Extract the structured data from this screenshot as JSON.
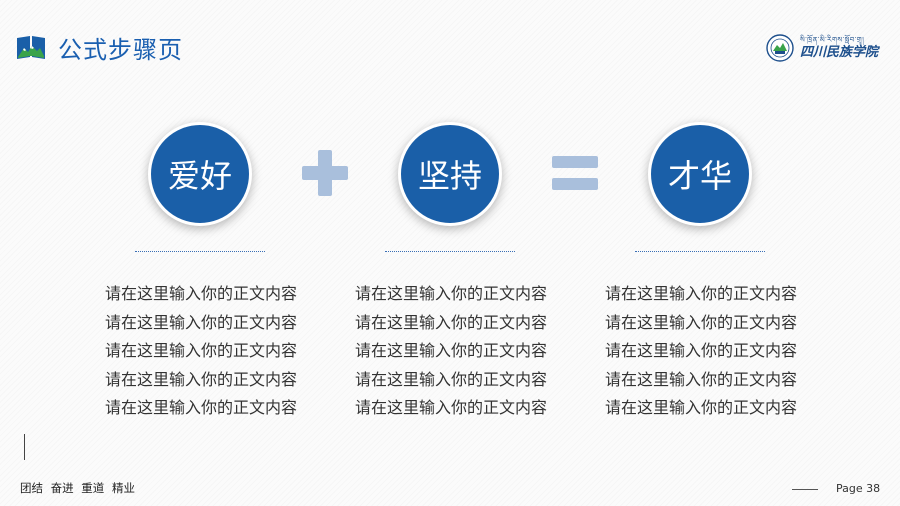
{
  "header": {
    "logo_icon": "mountain-book-icon",
    "title": "公式步骤页"
  },
  "university": {
    "seal_icon": "university-seal-icon",
    "tibetan_name": "སི་ཁྲོན་མི་རིགས་སློབ་གྲྭ།",
    "name": "四川民族学院"
  },
  "formula": {
    "terms": [
      {
        "label": "爱好"
      },
      {
        "label": "坚持"
      },
      {
        "label": "才华"
      }
    ],
    "operators": [
      "plus-icon",
      "equals-icon"
    ]
  },
  "columns": [
    {
      "lines": [
        "请在这里输入你的正文内容",
        "请在这里输入你的正文内容",
        "请在这里输入你的正文内容",
        "请在这里输入你的正文内容",
        "请在这里输入你的正文内容"
      ]
    },
    {
      "lines": [
        "请在这里输入你的正文内容",
        "请在这里输入你的正文内容",
        "请在这里输入你的正文内容",
        "请在这里输入你的正文内容",
        "请在这里输入你的正文内容"
      ]
    },
    {
      "lines": [
        "请在这里输入你的正文内容",
        "请在这里输入你的正文内容",
        "请在这里输入你的正文内容",
        "请在这里输入你的正文内容",
        "请在这里输入你的正文内容"
      ]
    }
  ],
  "footer": {
    "motto": "团结 奋进 重道 精业",
    "page": "Page 38"
  },
  "colors": {
    "accent": "#1a5fa8",
    "title": "#1a5fb0",
    "operator": "#a9bfdc",
    "logo_green": "#3aa34a"
  }
}
